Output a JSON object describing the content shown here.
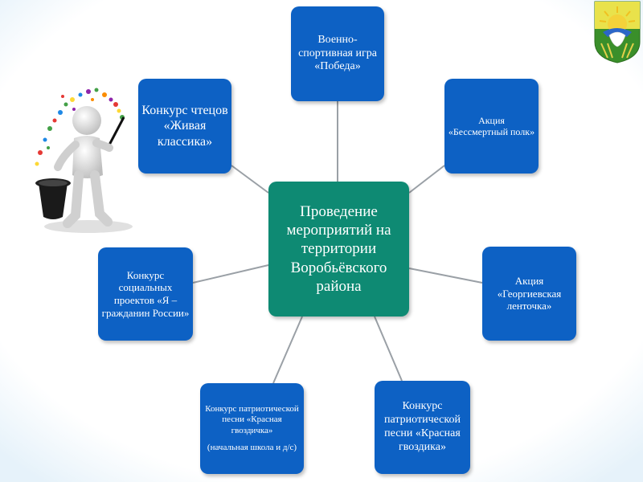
{
  "center": {
    "label": "Проведение мероприятий на территории Воробьёвского района"
  },
  "nodes": {
    "pobeda": {
      "label": "Военно-спортивная игра «Победа»"
    },
    "polk": {
      "label": "Акция «Бессмертный полк»"
    },
    "lentochka": {
      "label": "Акция «Георгиевская ленточка»"
    },
    "gvozdika": {
      "label": "Конкурс патриотической песни «Красная гвоздика»"
    },
    "gvozdichka": {
      "label": "Конкурс патриотической песни «Красная гвоздичка»",
      "note": "(начальная школа и д/с)"
    },
    "proekty": {
      "label": "Конкурс социальных проектов «Я – гражданин России»"
    },
    "chtecy": {
      "label": "Конкурс чтецов «Живая классика»"
    }
  },
  "colors": {
    "node": "#0d61c4",
    "center": "#0e8a73",
    "connector": "#9aa0a6"
  },
  "icons": [
    "coat-of-arms-icon",
    "magician-icon"
  ]
}
